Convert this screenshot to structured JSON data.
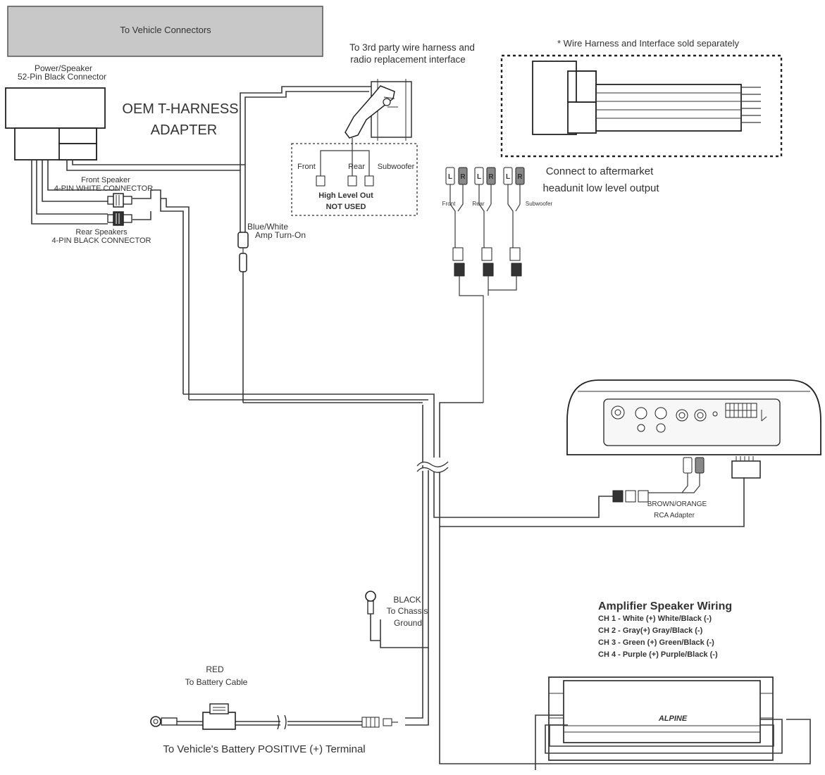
{
  "labels": {
    "vehicle_connectors": "To Vehicle Connectors",
    "power_speaker_line1": "Power/Speaker",
    "power_speaker_line2": "52-Pin Black Connector",
    "oem_line1": "OEM T-HARNESS",
    "oem_line2": "ADAPTER",
    "third_party_line1": "To 3rd party wire harness and",
    "third_party_line2": "radio replacement interface",
    "sold_separately": "* Wire Harness and Interface sold separately",
    "front": "Front",
    "rear": "Rear",
    "subwoofer": "Subwoofer",
    "high_level_out": "High Level Out",
    "not_used": "NOT USED",
    "front_speaker_line1": "Front Speaker",
    "front_speaker_line2": "4-PIN WHITE CONNECTOR",
    "rear_speakers_line1": "Rear Speakers",
    "rear_speakers_line2": "4-PIN BLACK CONNECTOR",
    "blue_white_line1": "Blue/White",
    "blue_white_line2": "Amp Turn-On",
    "connect_line1": "Connect to aftermarket",
    "connect_line2": "headunit low level output",
    "rca_l": "L",
    "rca_r": "R",
    "rca_front": "Front",
    "rca_rear": "Rear",
    "rca_subwoofer": "Subwoofer",
    "brown_orange": "BROWN/ORANGE",
    "rca_adapter": "RCA Adapter",
    "black_line1": "BLACK",
    "black_line2": "To Chassis",
    "black_line3": "Ground",
    "red_line1": "RED",
    "red_line2": "To Battery Cable",
    "battery_terminal": "To Vehicle's Battery POSITIVE (+) Terminal",
    "amp_wiring_title": "Amplifier Speaker Wiring",
    "ch1": "CH 1 - White (+) White/Black (-)",
    "ch2": "CH 2 - Gray(+) Gray/Black (-)",
    "ch3": "CH 3 - Green (+) Green/Black (-)",
    "ch4": "CH 4 - Purple (+) Purple/Black (-)",
    "alpine_logo": "ALPINE"
  },
  "colors": {
    "wire": "#3a3a3a",
    "vehicle_box_fill": "#c8c8c8",
    "amp_face": "#f7f7f7"
  }
}
